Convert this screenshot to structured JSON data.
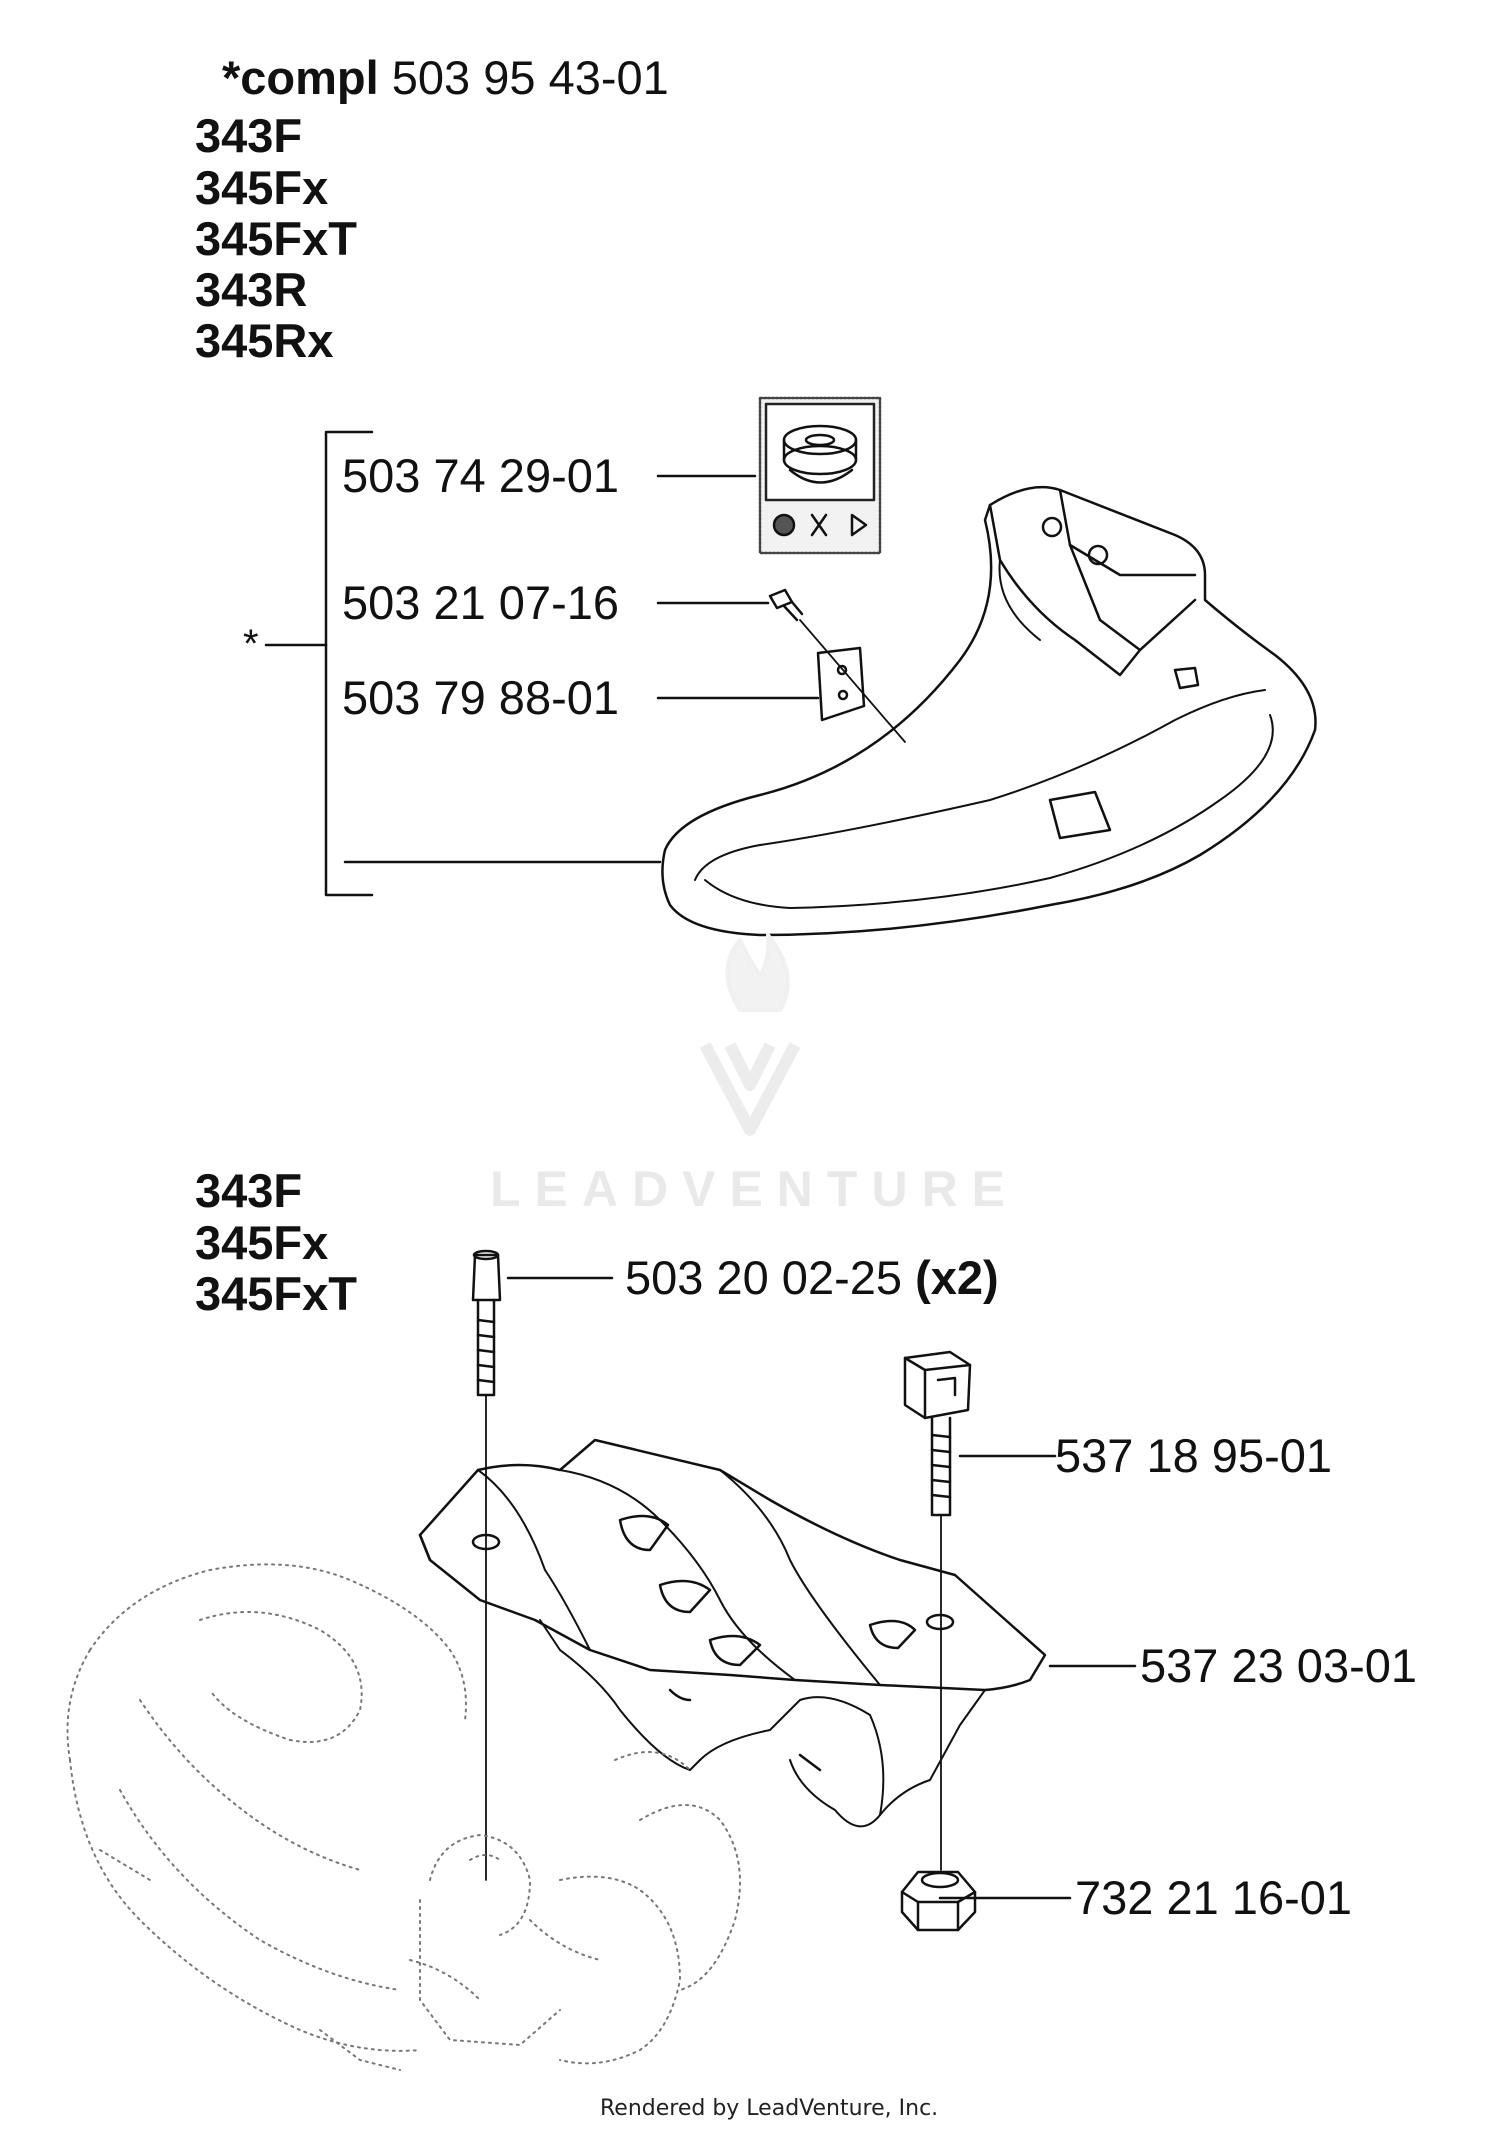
{
  "top_section": {
    "compl_prefix": "*compl",
    "compl_number": "503 95 43-01",
    "models": [
      "343F",
      "345Fx",
      "345FxT",
      "343R",
      "345Rx"
    ],
    "kit_marker": "*",
    "parts": [
      {
        "number": "503 74 29-01"
      },
      {
        "number": "503 21 07-16"
      },
      {
        "number": "503 79 88-01"
      }
    ]
  },
  "bottom_section": {
    "models": [
      "343F",
      "345Fx",
      "345FxT"
    ],
    "parts": [
      {
        "number": "503 20 02-25",
        "qty": "(x2)"
      },
      {
        "number": "537 18 95-01",
        "qty": ""
      },
      {
        "number": "537 23 03-01",
        "qty": ""
      },
      {
        "number": "732 21 16-01",
        "qty": ""
      }
    ]
  },
  "watermark": {
    "text": "LEADVENTURE"
  },
  "footer": {
    "text": "Rendered by LeadVenture, Inc."
  }
}
